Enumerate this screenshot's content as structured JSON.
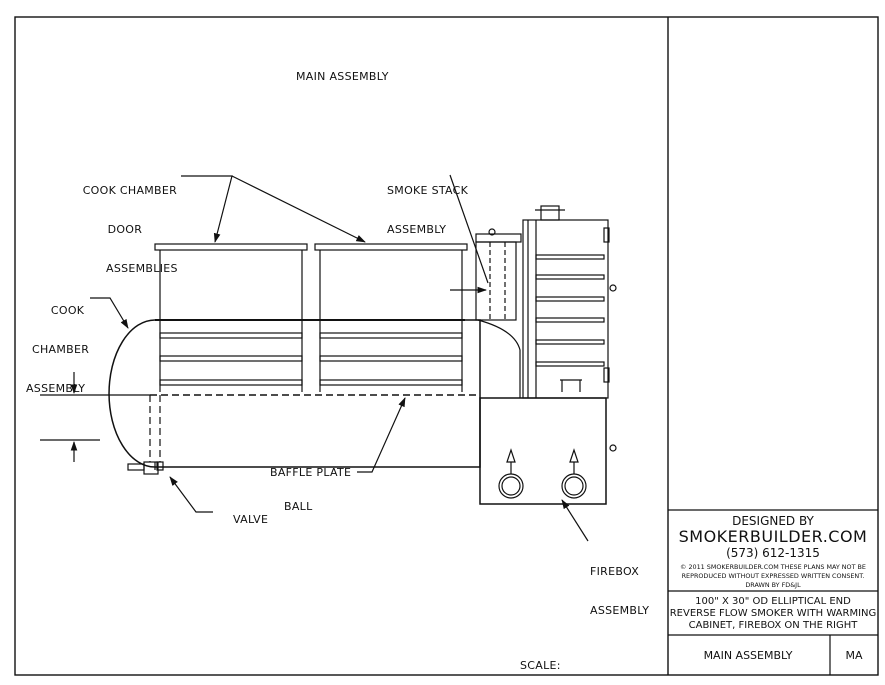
{
  "heading": "MAIN ASSEMBLY",
  "labels": {
    "cook_door": [
      "COOK CHAMBER",
      "DOOR",
      "ASSEMBLIES"
    ],
    "smoke_stack": [
      "SMOKE STACK",
      "ASSEMBLY"
    ],
    "cook_chamber": [
      "COOK",
      "CHAMBER",
      "ASSEMBLY"
    ],
    "baffle_plate": "BAFFLE PLATE",
    "ball_valve_1": "BALL",
    "ball_valve_2": "VALVE",
    "firebox": [
      "FIREBOX",
      "ASSEMBLY"
    ],
    "scale": "SCALE:"
  },
  "title_block": {
    "designed_by": "DESIGNED BY",
    "brand": "SMOKERBUILDER.COM",
    "phone": "(573) 612-1315",
    "copyright_1": "© 2011 SMOKERBUILDER.COM THESE PLANS MAY NOT BE",
    "copyright_2": "REPRODUCED WITHOUT EXPRESSED WRITTEN CONSENT.",
    "drawn_by": "DRAWN BY FD&JL",
    "desc_1": "100\" X 30\" OD ELLIPTICAL END",
    "desc_2": "REVERSE FLOW SMOKER WITH WARMING",
    "desc_3": "CABINET, FIREBOX ON THE RIGHT",
    "sheet_name": "MAIN ASSEMBLY",
    "sheet_code": "MA"
  }
}
